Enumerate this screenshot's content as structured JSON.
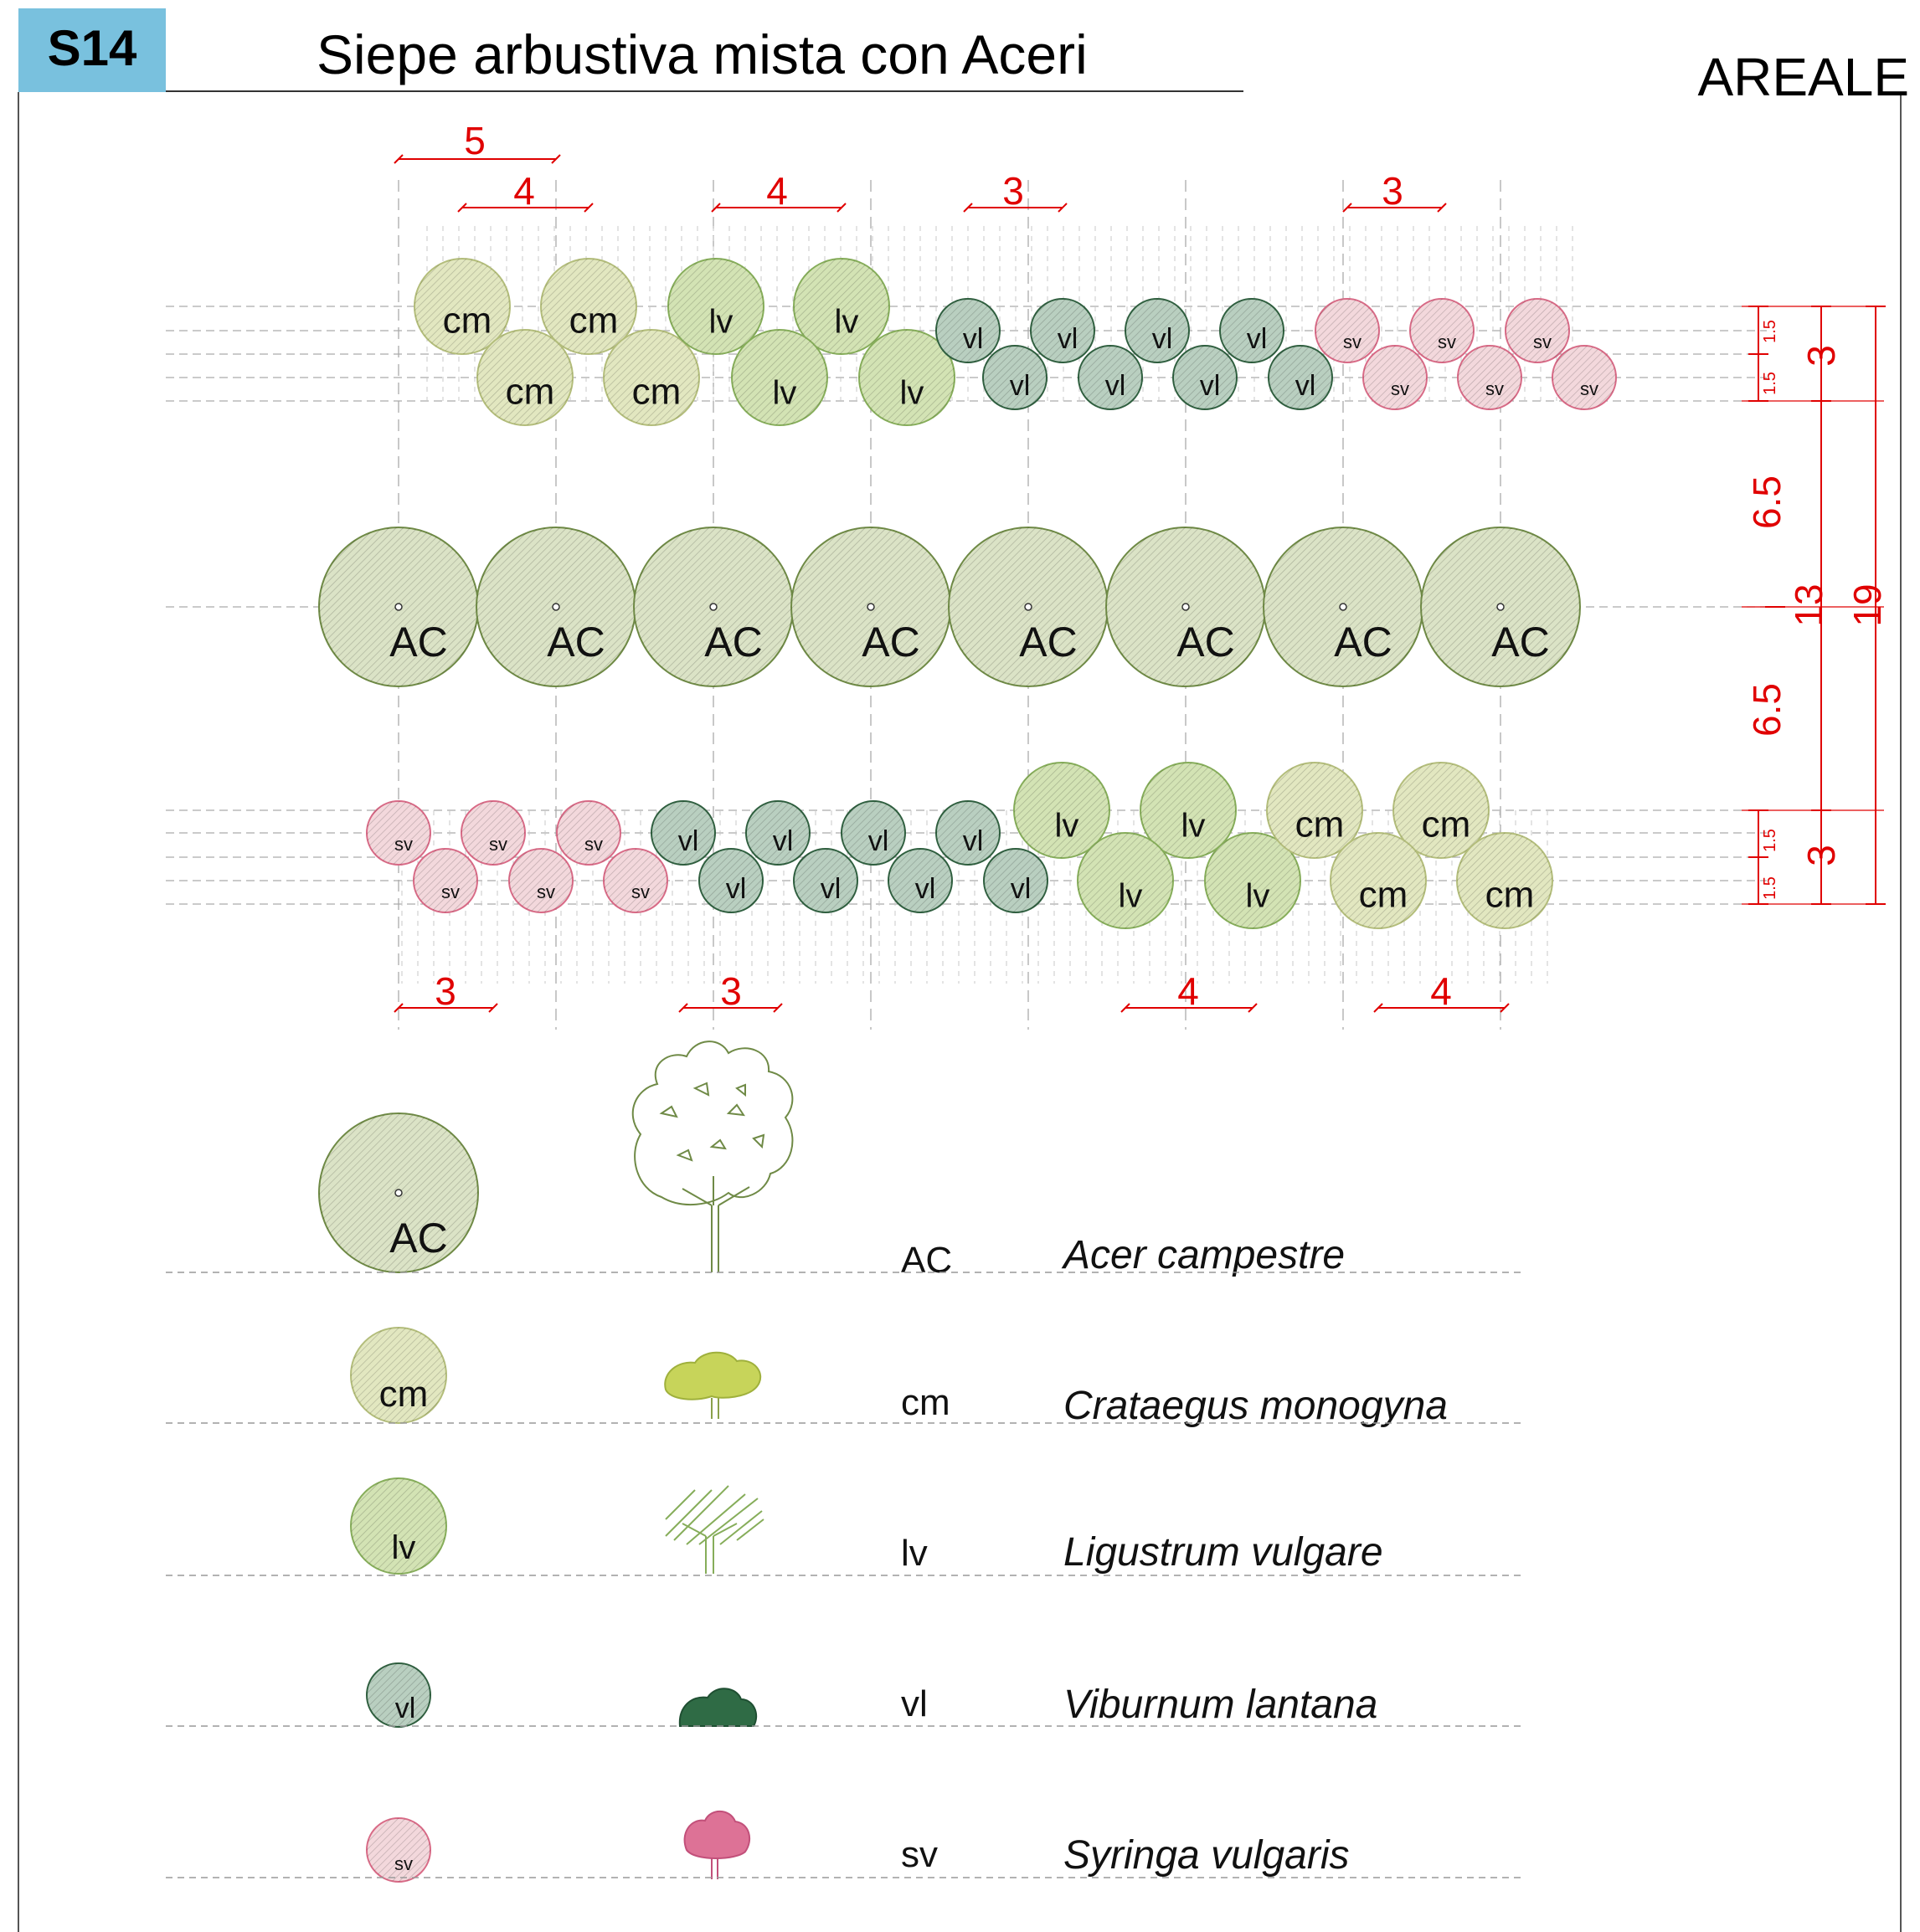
{
  "header": {
    "badge": "S14",
    "title": "Siepe arbustiva mista con Aceri",
    "section": "AREALE"
  },
  "colors": {
    "badge_bg": "#79c1de",
    "AC": "#dbe3c6",
    "cm": "#e2e7c0",
    "lv": "#d3e3b4",
    "vl": "#b9cfc0",
    "sv": "#f3d8dc",
    "AC_stroke": "#6f8a46",
    "cm_stroke": "#b3bd7b",
    "lv_stroke": "#86ad5a",
    "vl_stroke": "#2f5f3f",
    "sv_stroke": "#d86a86",
    "dimension": "#e00000"
  },
  "species": {
    "AC": "Acer campestre",
    "cm": "Crataegus monogyna",
    "lv": "Ligustrum vulgare",
    "vl": "Viburnum lantana",
    "sv": "Syringa vulgaris"
  },
  "rows": {
    "top": [
      {
        "code": "cm",
        "spacing": "4",
        "count": 4
      },
      {
        "code": "lv",
        "spacing": "4",
        "count": 4
      },
      {
        "code": "vl",
        "spacing": "3",
        "count": 8
      },
      {
        "code": "sv",
        "spacing": "3",
        "count": 6
      }
    ],
    "middle": {
      "code": "AC",
      "count": 8
    },
    "bottom": [
      {
        "code": "sv",
        "spacing": "3",
        "count": 6
      },
      {
        "code": "vl",
        "spacing": "3",
        "count": 8
      },
      {
        "code": "lv",
        "spacing": "4",
        "count": 4
      },
      {
        "code": "cm",
        "spacing": "4",
        "count": 4
      }
    ]
  },
  "dimensions": {
    "ac_spacing": "5",
    "row_offset": "1.5",
    "row_width": "3",
    "gap_to_maples": "6.5",
    "inner_width": "13",
    "total_width": "19"
  },
  "legend": [
    {
      "code": "AC",
      "name": "Acer campestre"
    },
    {
      "code": "cm",
      "name": "Crataegus monogyna"
    },
    {
      "code": "lv",
      "name": "Ligustrum vulgare"
    },
    {
      "code": "vl",
      "name": "Viburnum lantana"
    },
    {
      "code": "sv",
      "name": "Syringa vulgaris"
    }
  ]
}
